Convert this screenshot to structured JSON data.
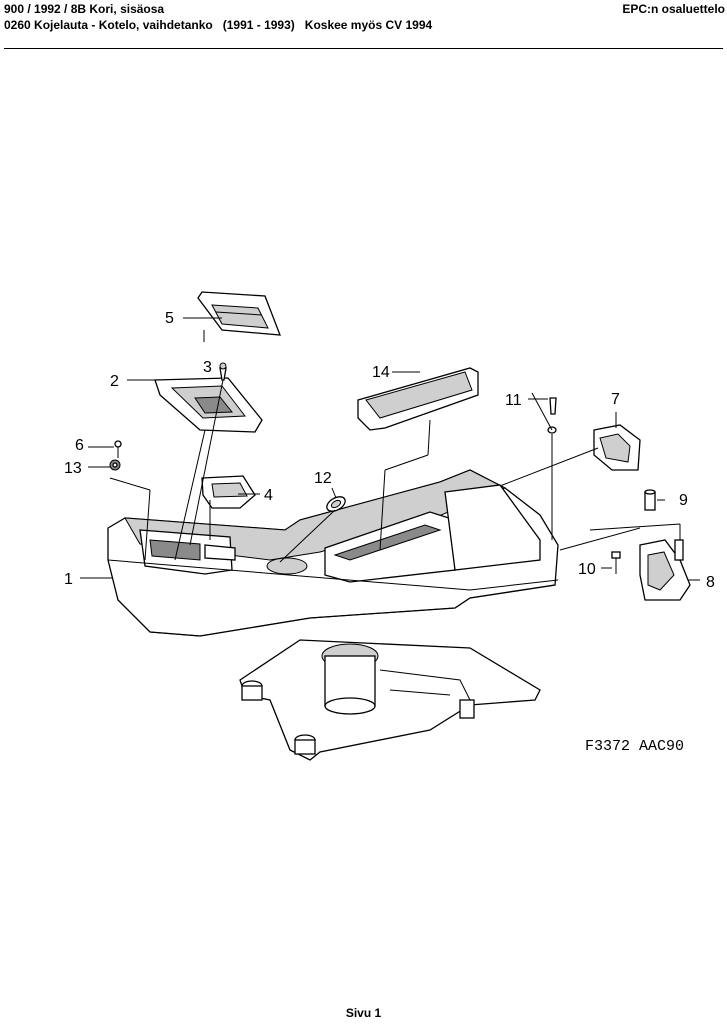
{
  "header": {
    "line1": "900 / 1992 / 8B Kori, sisäosa",
    "line2": "0260 Kojelauta - Kotelo, vaihdetanko   (1991 - 1993)   Koskee myös CV 1994",
    "right": "EPC:n osaluettelo"
  },
  "figure_code": "F3372 AAC90",
  "footer": {
    "page": "Sivu 1"
  },
  "callouts": [
    "1",
    "2",
    "3",
    "4",
    "5",
    "6",
    "7",
    "8",
    "9",
    "10",
    "11",
    "12",
    "13",
    "14"
  ]
}
